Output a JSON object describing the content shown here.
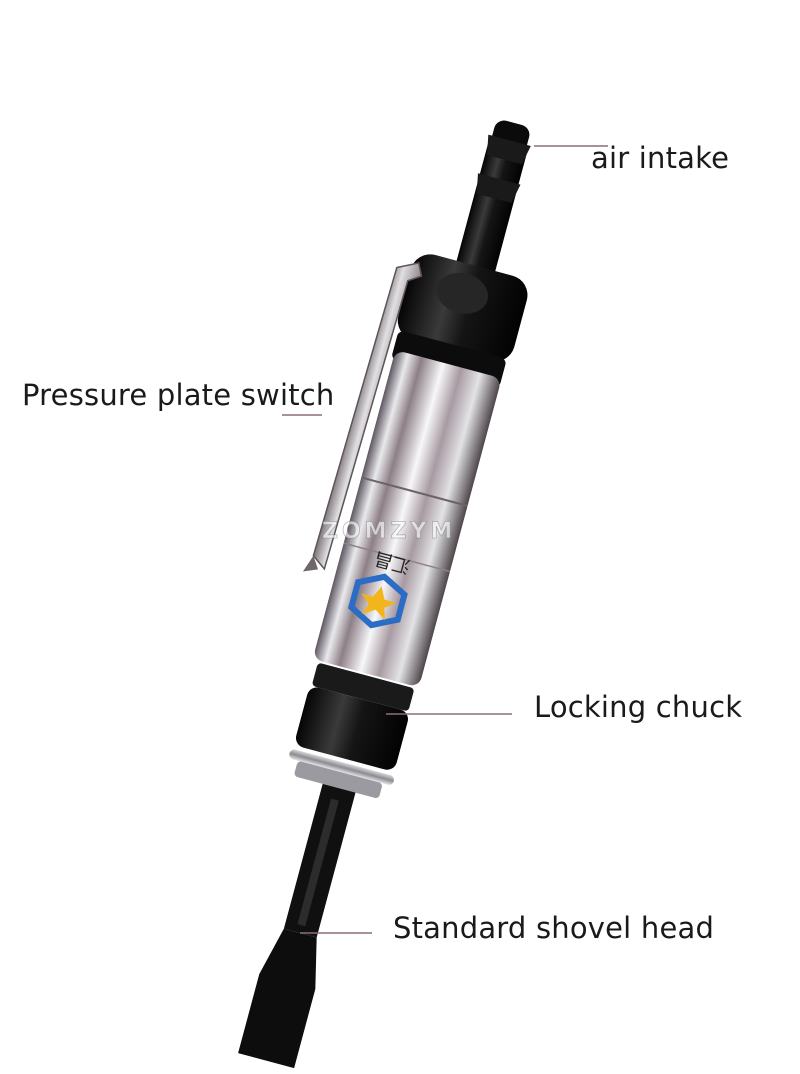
{
  "image": {
    "watermark": "ZOMZYM",
    "body_marking": "汇昌"
  },
  "callouts": {
    "air_intake": "air intake",
    "pressure_plate_switch": "Pressure plate switch",
    "locking_chuck": "Locking chuck",
    "standard_shovel_head": "Standard shovel head"
  },
  "colors": {
    "background": "#ffffff",
    "leader_line": "#8a6f78",
    "tool_black": "#111111",
    "chrome": "#c9c9cc",
    "logo_blue": "#2b6cc4",
    "logo_yellow": "#f2b51b"
  }
}
